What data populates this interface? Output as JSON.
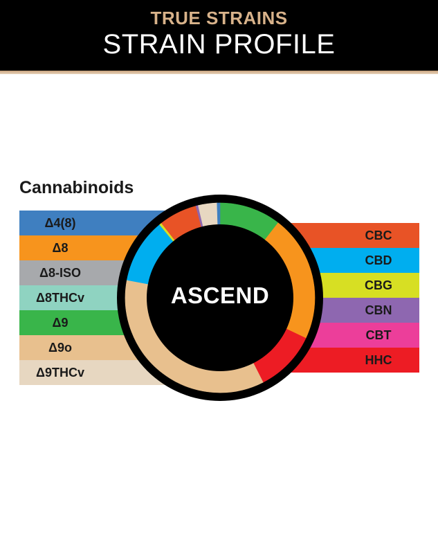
{
  "header": {
    "brand": "TRUE STRAINS",
    "title": "STRAIN PROFILE"
  },
  "section_label": "Cannabinoids",
  "center_label": "ASCEND",
  "chart_data": {
    "type": "pie",
    "title": "ASCEND",
    "legend_left": [
      {
        "label": "Δ4(8)",
        "color": "#3f7fc0"
      },
      {
        "label": "Δ8",
        "color": "#f7941d"
      },
      {
        "label": "Δ8-ISO",
        "color": "#a7a9ac"
      },
      {
        "label": "Δ8THCv",
        "color": "#8fd3c1"
      },
      {
        "label": "Δ9",
        "color": "#39b54a"
      },
      {
        "label": "Δ9o",
        "color": "#e8c08e"
      },
      {
        "label": "Δ9THCv",
        "color": "#e7d7c1"
      }
    ],
    "legend_right": [
      {
        "label": "CBC",
        "color": "#e85326"
      },
      {
        "label": "CBD",
        "color": "#00aeef"
      },
      {
        "label": "CBG",
        "color": "#d7df23"
      },
      {
        "label": "CBN",
        "color": "#8e67b0"
      },
      {
        "label": "CBT",
        "color": "#ec3e9a"
      },
      {
        "label": "HHC",
        "color": "#ed1c24"
      }
    ],
    "slices": [
      {
        "label": "Δ9",
        "value": 10.5,
        "color": "#39b54a"
      },
      {
        "label": "Δ8",
        "value": 21.5,
        "color": "#f7941d"
      },
      {
        "label": "HHC",
        "value": 10.5,
        "color": "#ed1c24"
      },
      {
        "label": "Δ9o",
        "value": 35.5,
        "color": "#e8c08e"
      },
      {
        "label": "CBD",
        "value": 11.0,
        "color": "#00aeef"
      },
      {
        "label": "CBG",
        "value": 0.4,
        "color": "#d7df23"
      },
      {
        "label": "CBC",
        "value": 6.5,
        "color": "#e85326"
      },
      {
        "label": "CBN",
        "value": 0.4,
        "color": "#8e67b0"
      },
      {
        "label": "Δ9THCv",
        "value": 3.2,
        "color": "#e7d7c1"
      },
      {
        "label": "Δ4(8)",
        "value": 0.5,
        "color": "#3f7fc0"
      }
    ]
  }
}
